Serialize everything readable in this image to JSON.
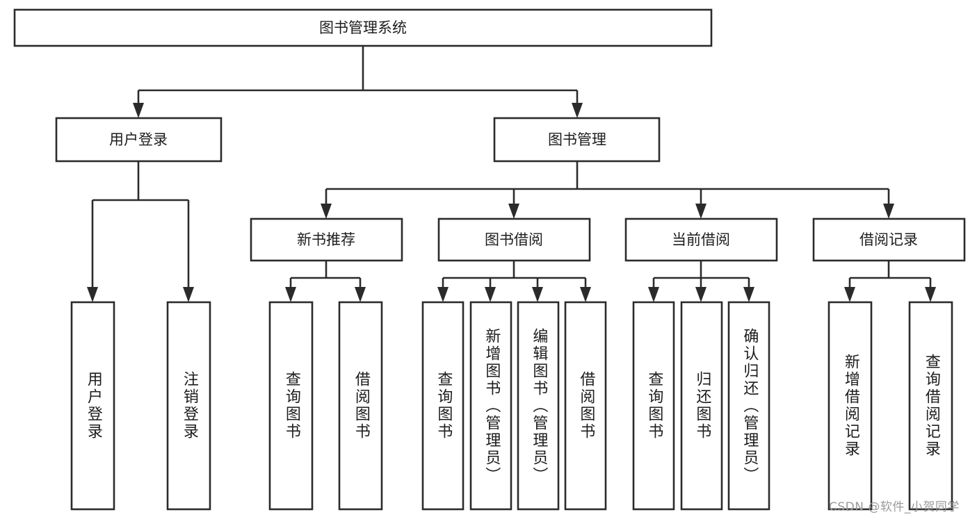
{
  "diagram": {
    "type": "tree",
    "title": "图书管理系统",
    "orientation": "top-down",
    "colors": {
      "box_fill": "#ffffff",
      "box_stroke": "#2b2b2b",
      "connector": "#2b2b2b",
      "text": "#1d1d1d",
      "watermark": "#9a9a9a",
      "background": "#ffffff"
    },
    "root": {
      "label": "图书管理系统"
    },
    "level2": [
      {
        "label": "用户登录"
      },
      {
        "label": "图书管理"
      }
    ],
    "level3": [
      {
        "label": "新书推荐"
      },
      {
        "label": "图书借阅"
      },
      {
        "label": "当前借阅"
      },
      {
        "label": "借阅记录"
      }
    ],
    "leaves": {
      "user_login": [
        {
          "label": "用户登录"
        },
        {
          "label": "注销登录"
        }
      ],
      "new_book_recommend": [
        {
          "label": "查询图书"
        },
        {
          "label": "借阅图书"
        }
      ],
      "book_borrow": [
        {
          "label": "查询图书"
        },
        {
          "label": "新增图书（管理员）"
        },
        {
          "label": "编辑图书（管理员）"
        },
        {
          "label": "借阅图书"
        }
      ],
      "current_borrow": [
        {
          "label": "查询图书"
        },
        {
          "label": "归还图书"
        },
        {
          "label": "确认归还（管理员）"
        }
      ],
      "borrow_record": [
        {
          "label": "新增借阅记录"
        },
        {
          "label": "查询借阅记录"
        }
      ]
    },
    "watermark": "CSDN @软件_小贺同学"
  }
}
